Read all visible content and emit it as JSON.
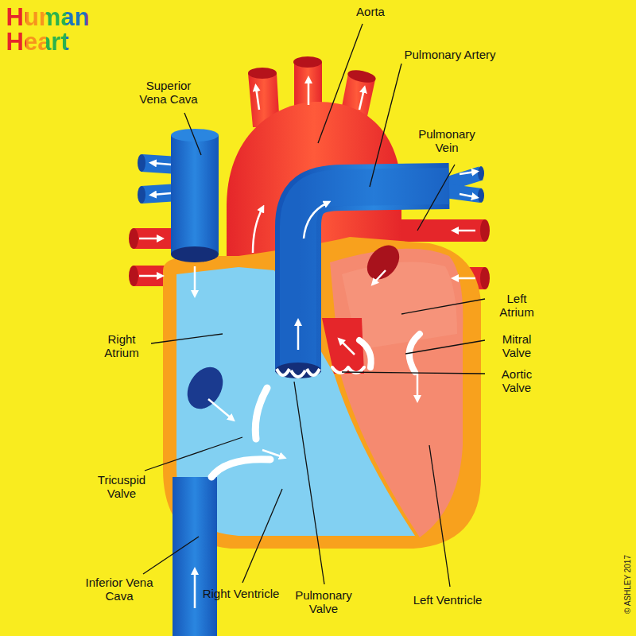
{
  "diagram": {
    "title": "Human Heart",
    "labels": [
      "Aorta",
      "Pulmonary Artery",
      "Superior Vena Cava",
      "Pulmonary Vein",
      "Left Atrium",
      "Mitral Valve",
      "Aortic Valve",
      "Right Atrium",
      "Tricuspid Valve",
      "Inferior Vena Cava",
      "Right Ventricle",
      "Pulmonary Valve",
      "Left Ventricle",
      "© ASHLEY 2017"
    ]
  }
}
